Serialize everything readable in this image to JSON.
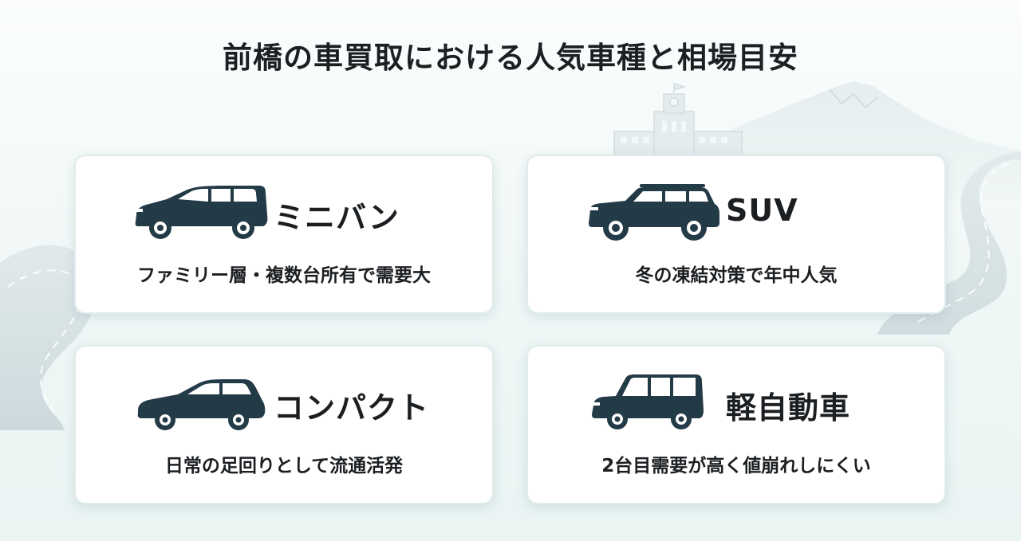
{
  "title": "前橋の車買取における人気車種と相場目安",
  "colors": {
    "car_fill": "#233a47",
    "card_background": "#ffffff",
    "card_border": "#dfeceb",
    "text": "#1c1f22"
  },
  "cards": [
    {
      "icon": "minivan-icon",
      "label": "ミニバン",
      "description": "ファミリー層・複数台所有で需要大"
    },
    {
      "icon": "suv-icon",
      "label": "SUV",
      "description": "冬の凍結対策で年中人気"
    },
    {
      "icon": "compact-car-icon",
      "label": "コンパクト",
      "description": "日常の足回りとして流通活発"
    },
    {
      "icon": "kei-car-icon",
      "label": "軽自動車",
      "description": "2台目需要が高く値崩れしにくい"
    }
  ]
}
